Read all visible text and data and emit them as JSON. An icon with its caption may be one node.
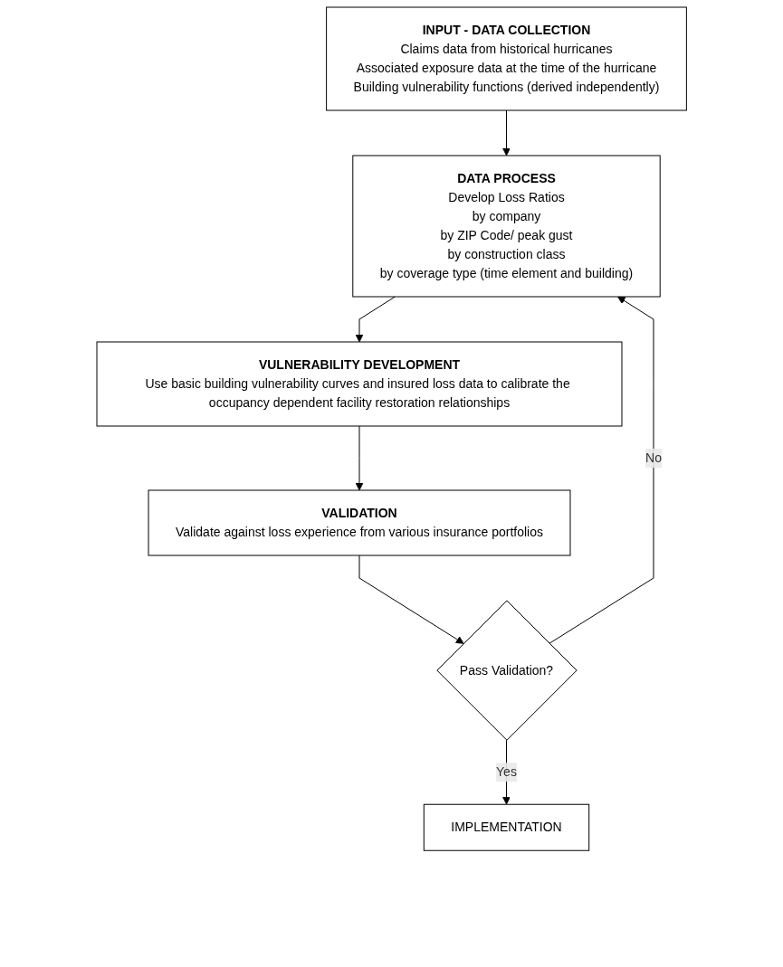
{
  "diagram": {
    "nodes": [
      {
        "text": [
          "INPUT - DATA COLLECTION",
          "Claims data from historical hurricanes",
          "Associated exposure data at the time of the hurricane",
          "Building vulnerability functions (derived independently)"
        ]
      },
      {
        "text": [
          "DATA PROCESS",
          "Develop Loss Ratios",
          "by company",
          "by ZIP Code/ peak gust",
          "by construction class",
          "by coverage type (time element and building)"
        ]
      },
      {
        "text": [
          "VULNERABILITY DEVELOPMENT",
          "Use basic building vulnerability curves and insured loss data to calibrate the occupancy dependent facility restoration relationships"
        ]
      },
      {
        "text": [
          "VALIDATION",
          "Validate against loss experience from various insurance portfolios"
        ]
      },
      {
        "text": [
          "Pass Validation?"
        ]
      },
      {
        "text": [
          "IMPLEMENTATION"
        ]
      }
    ],
    "edges": [
      {
        "from": 0,
        "to": 1,
        "arrow": "to"
      },
      {
        "from": 1,
        "to": 2,
        "arrow": "to"
      },
      {
        "from": 2,
        "to": 3,
        "arrow": "to"
      },
      {
        "from": 3,
        "to": 4,
        "arrow": "to"
      },
      {
        "from": 4,
        "to": 1,
        "label": "No",
        "arrow": "to"
      },
      {
        "from": 4,
        "to": 5,
        "label": "Yes",
        "arrow": "to"
      }
    ]
  }
}
